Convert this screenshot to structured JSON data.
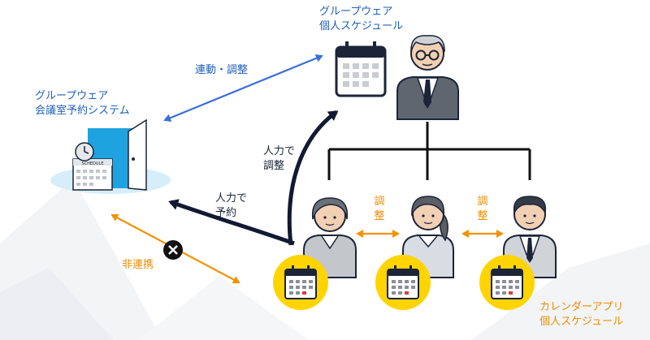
{
  "labels": {
    "schedule_title_1": "グループウェア",
    "schedule_title_2": "個人スケジュール",
    "room_title_1": "グループウェア",
    "room_title_2": "会議室予約システム",
    "sync_link": "連動・調整",
    "input_adjust_1": "人力で",
    "input_adjust_2": "調整",
    "input_reserve_1": "人力で",
    "input_reserve_2": "予約",
    "no_link": "非連携",
    "adjust_left_1": "調",
    "adjust_left_2": "整",
    "adjust_right_1": "調",
    "adjust_right_2": "整",
    "calendar_app_1": "カレンダーアプリ",
    "calendar_app_2": "個人スケジュール",
    "schedule_board": "SCHEDULE"
  },
  "colors": {
    "blue_link": "#3b6fd8",
    "orange_link": "#f39200",
    "dark_arrow": "#121a33",
    "calendar_yellow": "#ffd400",
    "room_blue": "#1fa2e0"
  },
  "icons": [
    "calendar-icon",
    "boss-person-icon",
    "meeting-room-icon",
    "clock-icon",
    "cross-icon",
    "employee-icon"
  ]
}
